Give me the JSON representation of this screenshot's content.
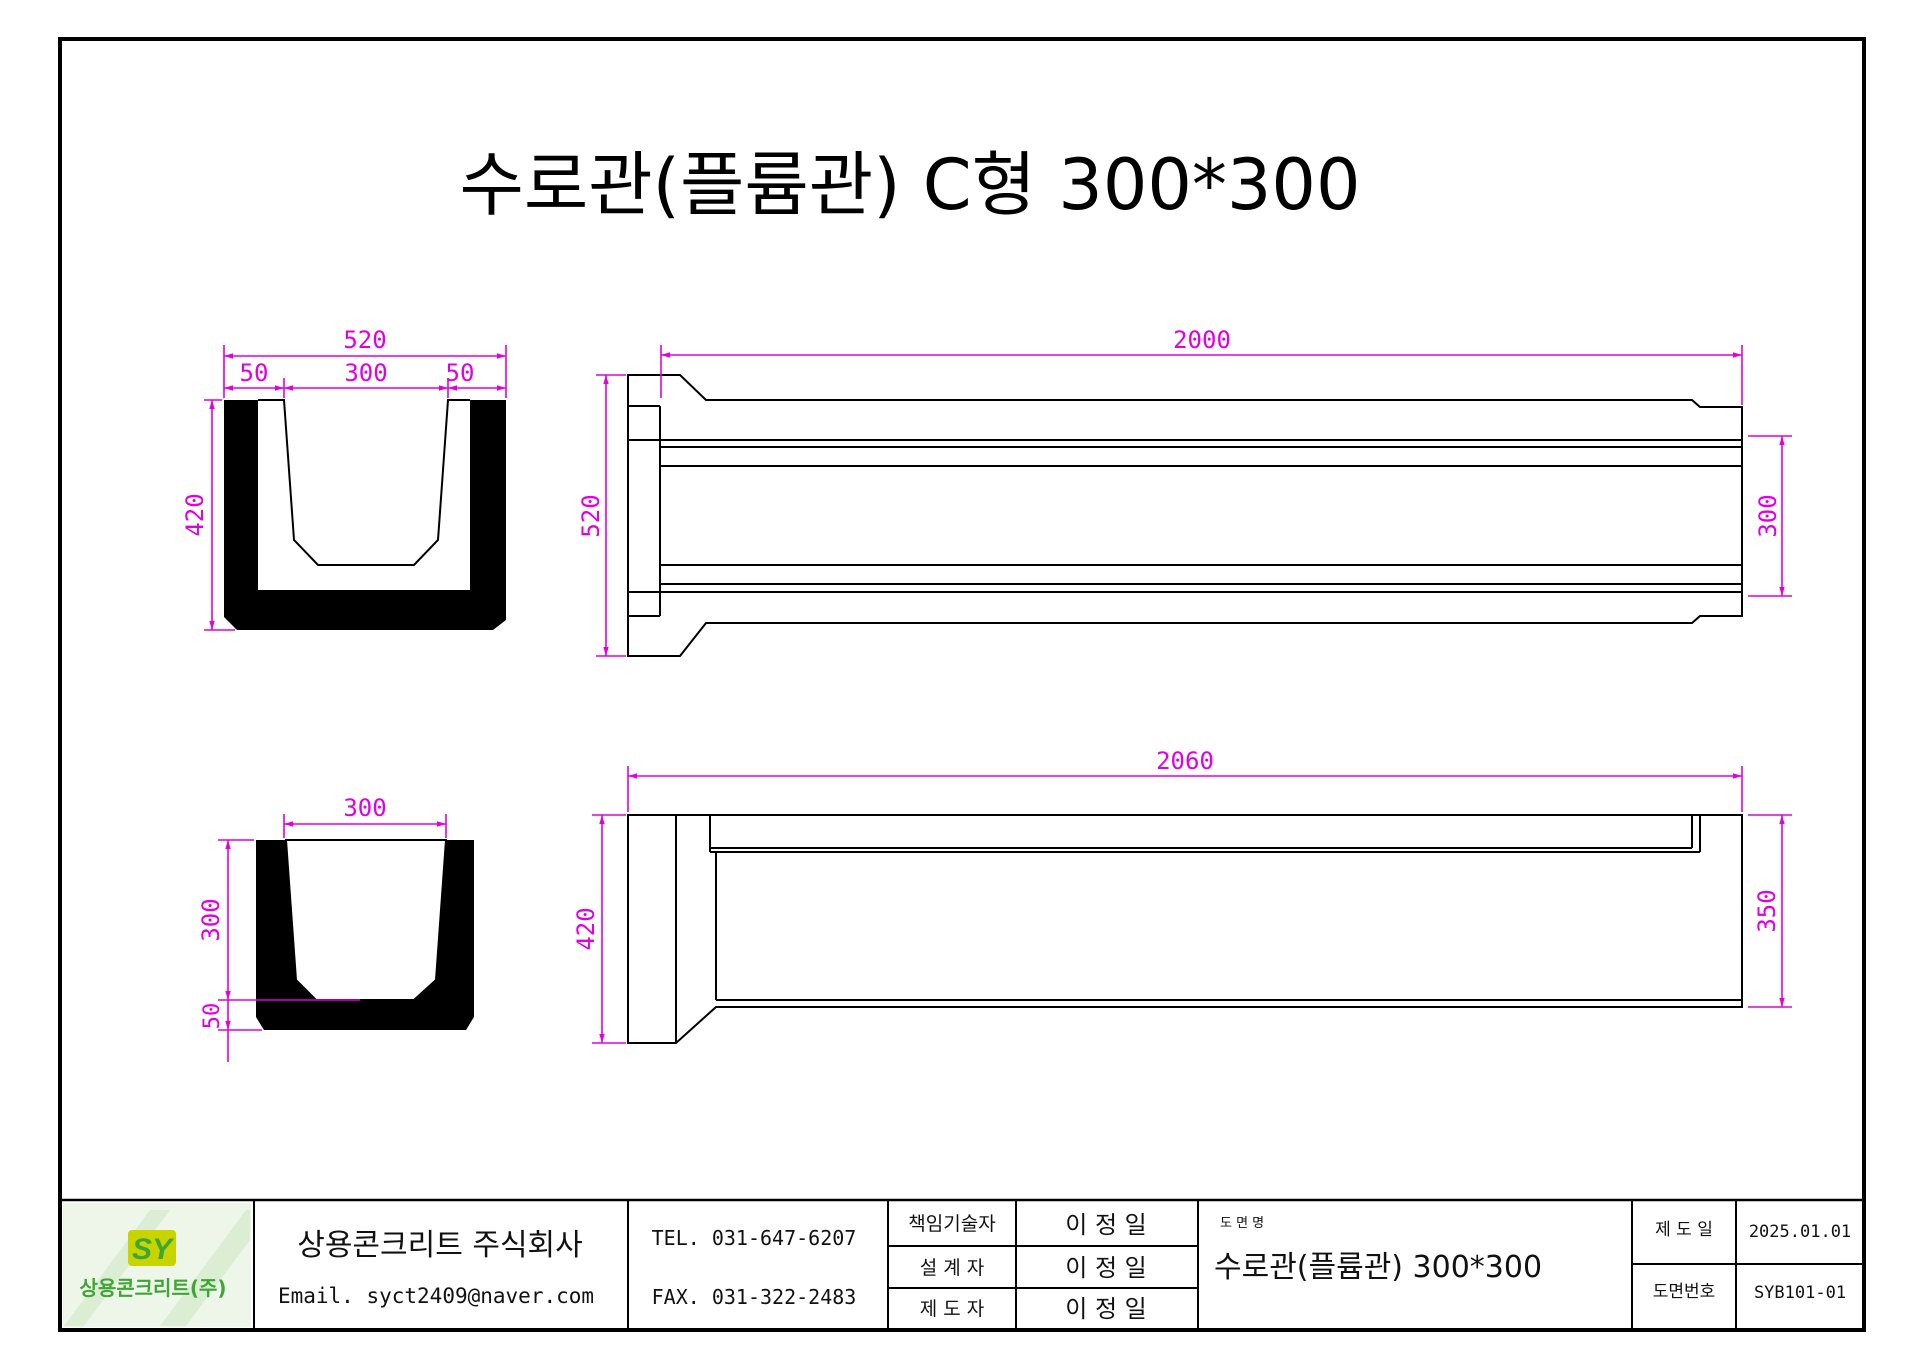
{
  "title": "수로관(플륨관) C형 300*300",
  "colors": {
    "dimension": "#e000e0",
    "section_fill": "#000000",
    "logo_green": "#3fa535",
    "logo_yellow": "#c8d400"
  },
  "views": {
    "top_section": {
      "overall_width": "520",
      "wall_left": "50",
      "opening": "300",
      "wall_right": "50",
      "height": "420"
    },
    "top_long": {
      "length": "2000",
      "end_height": "520",
      "channel_height": "300"
    },
    "bottom_section": {
      "opening": "300",
      "depth": "300",
      "base": "50"
    },
    "bottom_long": {
      "length": "2060",
      "end_height": "420",
      "channel_height": "350"
    }
  },
  "title_block": {
    "logo_mark": "SY",
    "logo_text": "상용콘크리트(주)",
    "company": "상용콘크리트 주식회사",
    "email": "Email. syct2409@naver.com",
    "tel": "TEL. 031-647-6207",
    "fax": "FAX. 031-322-2483",
    "roles": [
      {
        "label": "책임기술자",
        "name": "이 정 일"
      },
      {
        "label": "설 계 자",
        "name": "이 정 일"
      },
      {
        "label": "제 도 자",
        "name": "이 정 일"
      }
    ],
    "drawing_name_label": "도 면 명",
    "drawing_name": "수로관(플륨관) 300*300",
    "date_label": "제 도 일",
    "date": "2025.01.01",
    "number_label": "도면번호",
    "number": "SYB101-01"
  }
}
